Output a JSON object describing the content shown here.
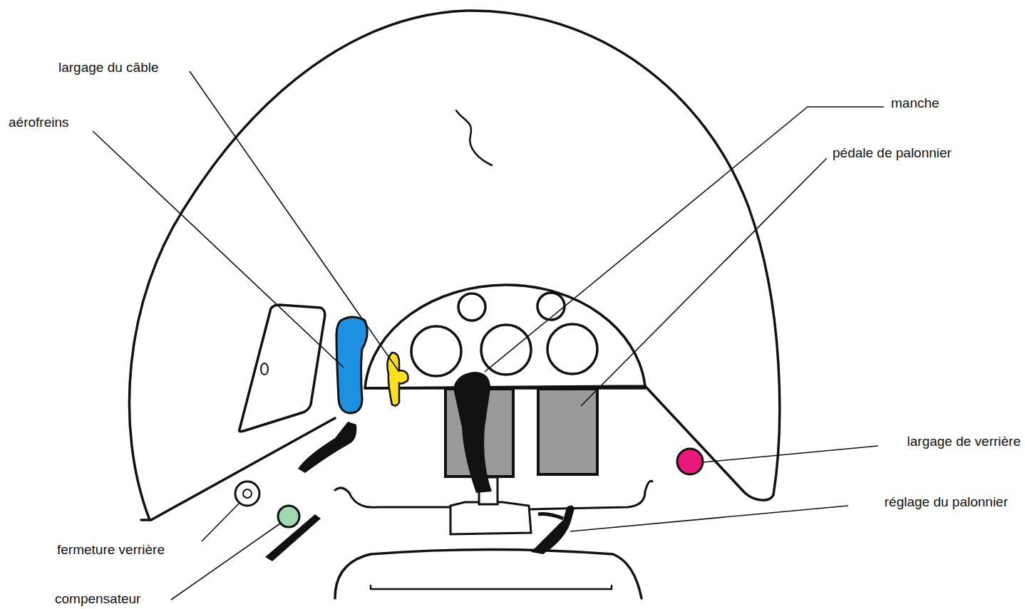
{
  "diagram": {
    "labels": [
      "largage du câble",
      "aérofreins",
      "manche",
      "pédale de palonnier",
      "largage de verrière",
      "réglage du palonnier",
      "fermeture verrière",
      "compensateur"
    ]
  }
}
